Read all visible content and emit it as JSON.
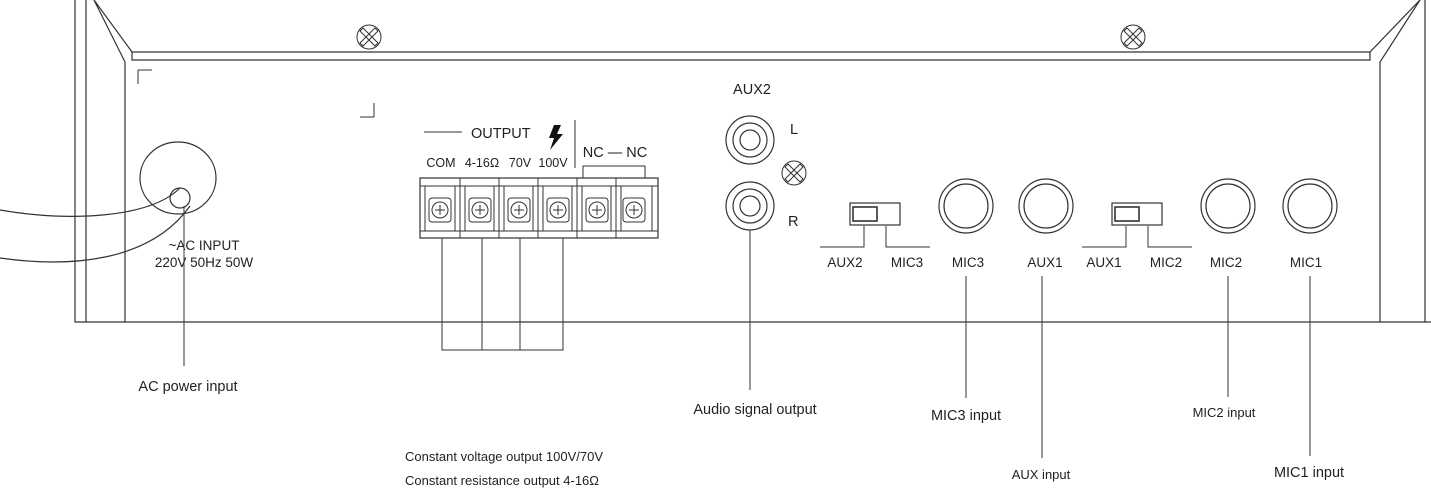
{
  "panel": {
    "ac_input_label": "~AC INPUT",
    "ac_spec": "220V  50Hz  50W",
    "output_title": "OUTPUT",
    "terminals": [
      "COM",
      "4-16Ω",
      "70V",
      "100V"
    ],
    "nc_label": "NC — NC",
    "aux2_title": "AUX2",
    "channel_l": "L",
    "channel_r": "R",
    "switch1_left": "AUX2",
    "switch1_right": "MIC3",
    "switch2_left": "AUX1",
    "switch2_right": "MIC2",
    "jacks": [
      "MIC3",
      "AUX1",
      "MIC2",
      "MIC1"
    ]
  },
  "callouts": {
    "ac_power": "AC power input",
    "audio_out": "Audio signal output",
    "mic3": "MIC3 input",
    "mic2": "MIC2 input",
    "aux": "AUX input",
    "mic1": "MIC1 input",
    "const_voltage": "Constant voltage output 100V/70V",
    "const_resistance": "Constant resistance output 4-16Ω"
  },
  "icons": {
    "ground_symbol": "lightning-icon",
    "screw": "screw-icon"
  }
}
